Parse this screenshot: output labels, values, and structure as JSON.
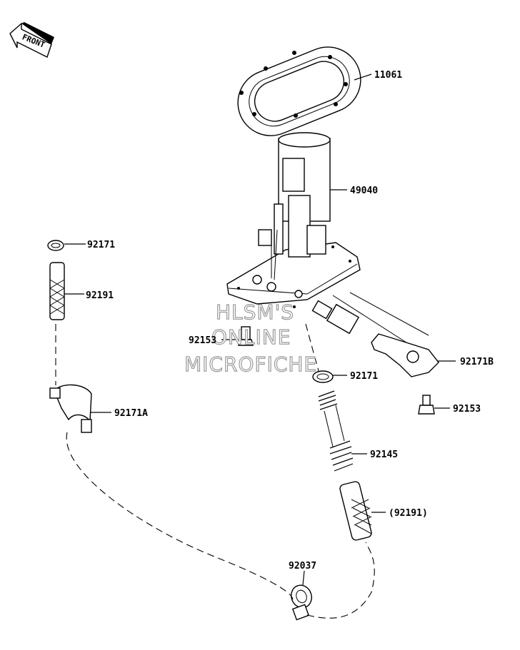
{
  "orientation": {
    "front_label": "FRONT"
  },
  "watermark": {
    "lines": [
      "HLSM'S",
      "ONLINE",
      "MICROFICHE"
    ]
  },
  "parts": [
    {
      "number": "11061"
    },
    {
      "number": "49040"
    },
    {
      "number": "92171"
    },
    {
      "number": "92191"
    },
    {
      "number": "92153"
    },
    {
      "number": "92171A"
    },
    {
      "number": "92171"
    },
    {
      "number": "92171B"
    },
    {
      "number": "92153"
    },
    {
      "number": "92145"
    },
    {
      "number": "(92191)"
    },
    {
      "number": "92037"
    }
  ]
}
